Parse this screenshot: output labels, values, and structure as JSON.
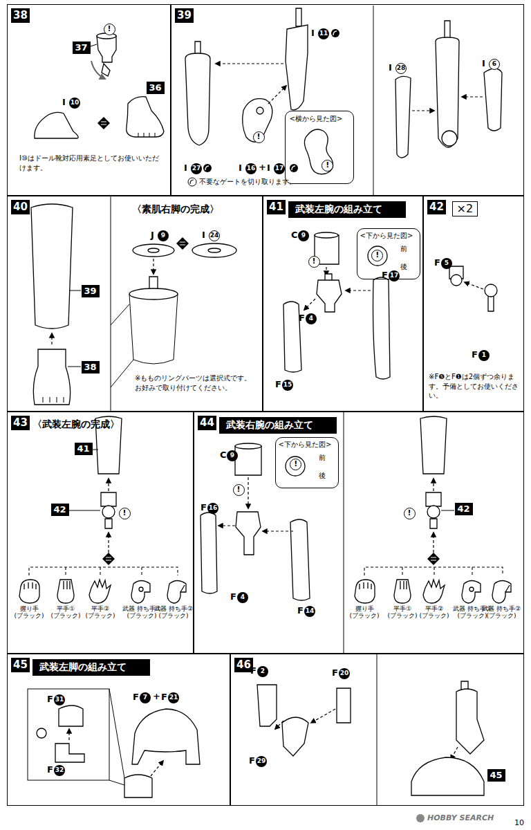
{
  "diagram": {
    "nodes": [
      {
        "text": [
          "38"
        ]
      },
      {
        "text": [
          "37"
        ],
        "in": 0
      },
      {
        "text": [
          "!"
        ],
        "in": 0
      },
      {
        "text": [
          "36"
        ],
        "in": 0
      },
      {
        "text": [
          "39"
        ]
      },
      {
        "text": [
          "!"
        ],
        "in": 4
      },
      {
        "text": [
          "<横から見た図>"
        ],
        "in": 4
      },
      {
        "text": [
          "!"
        ],
        "in": 6
      },
      {
        "text": [
          "40",
          "〈素肌右脚の完成〉"
        ]
      },
      {
        "text": [
          "39"
        ],
        "in": 8
      },
      {
        "text": [
          "38"
        ],
        "in": 8
      },
      {
        "text": [
          "41",
          "武装左腕の組み立て"
        ]
      },
      {
        "text": [
          "!"
        ],
        "in": 11
      },
      {
        "text": [
          "<下から見た図>",
          "前",
          "後"
        ],
        "in": 11
      },
      {
        "text": [
          "!"
        ],
        "in": 13
      },
      {
        "text": [
          "42"
        ]
      },
      {
        "text": [
          "×2"
        ],
        "in": 15
      },
      {
        "text": [
          "43",
          "〈武装左腕の完成〉"
        ]
      },
      {
        "text": [
          "41"
        ],
        "in": 17
      },
      {
        "text": [
          "42"
        ],
        "in": 17
      },
      {
        "text": [
          "!"
        ],
        "in": 17
      },
      {
        "text": [
          "44",
          "武装右腕の組み立て"
        ]
      },
      {
        "text": [
          "!"
        ],
        "in": 21
      },
      {
        "text": [
          "<下から見た図>",
          "前",
          "後"
        ],
        "in": 21
      },
      {
        "text": [
          "!"
        ],
        "in": 23
      },
      {
        "text": [
          "42"
        ],
        "in": 21
      },
      {
        "text": [
          "!"
        ],
        "in": 21
      },
      {
        "text": [
          "45",
          "武装左脚の組み立て"
        ]
      },
      {
        "text": [
          "46"
        ]
      },
      {
        "text": [
          "45"
        ],
        "in": 28
      }
    ],
    "labels": [
      "I",
      "10",
      "I⑩はドール靴対応用素足としてお使いいただけます。",
      "I",
      "11",
      "I",
      "27",
      "I",
      "16",
      "+",
      "I",
      "17",
      "不要なゲートを切り取ります。",
      "I",
      "28",
      "I",
      "6",
      "J",
      "9",
      "I",
      "24",
      "※もものリングパーツは選択式です。お好みで取り付けてください。",
      "C",
      "9",
      "F",
      "4",
      "F",
      "17",
      "F",
      "15",
      "F",
      "5",
      "F",
      "1",
      "※F❺とF❶は2個ずつ余ります。予備としてお使いください。",
      "握り手 (ブラック)",
      "平手① (ブラック)",
      "平手② (ブラック)",
      "武器 持ち手① (ブラック)",
      "武器 持ち手② (ブラック)",
      "C",
      "9",
      "F",
      "16",
      "F",
      "4",
      "F",
      "14",
      "握り手 (ブラック)",
      "平手① (ブラック)",
      "平手② (ブラック)",
      "武器 持ち手① (ブラック)",
      "武器 持ち手② (ブラック)",
      "F",
      "31",
      "F",
      "32",
      "F",
      "7",
      "+",
      "F",
      "21",
      "F",
      "2",
      "F",
      "20",
      "F",
      "29",
      "HOBBY SEARCH",
      "10"
    ]
  }
}
